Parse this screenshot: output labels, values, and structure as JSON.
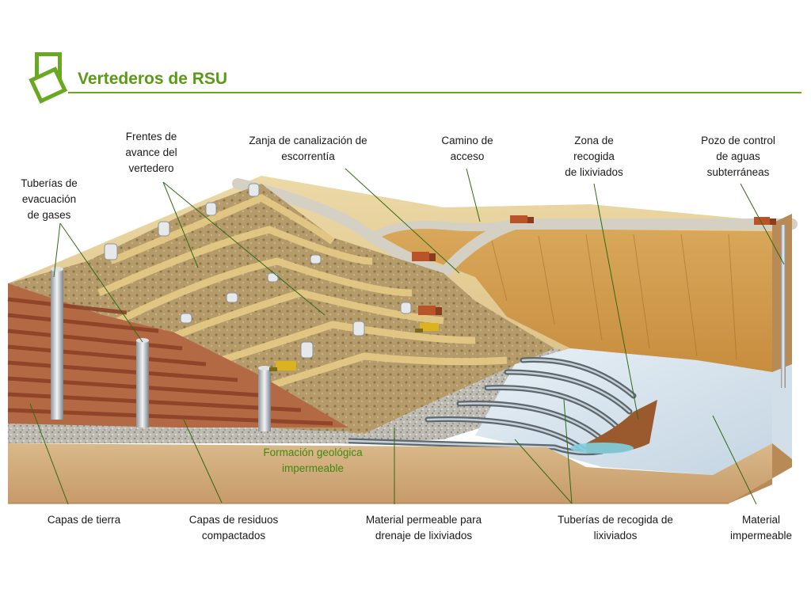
{
  "header": {
    "title": "Vertederos de RSU",
    "accent_color": "#6aa822",
    "logo_icon": "overlapping-squares-icon"
  },
  "diagram": {
    "labels": {
      "frentes": "Frentes de\navance del\nvertedero",
      "zanja": "Zanja de canalización de\nescorrentía",
      "camino": "Camino de\nacceso",
      "zona": "Zona de\nrecogida\nde lixiviados",
      "pozo": "Pozo de control\nde aguas\nsubterráneas",
      "tuberias_gases": "Tuberías de\nevacuación\nde gases",
      "formacion": "Formación geológica\nimpermeable",
      "capas_tierra": "Capas de tierra",
      "capas_residuos": "Capas de residuos\ncompactados",
      "material_permeable": "Material permeable para\ndrenaje de lixiviados",
      "tuberias_recogida": "Tuberías de recogida de\nlixiviados",
      "material_impermeable": "Material\nimpermeable"
    }
  }
}
